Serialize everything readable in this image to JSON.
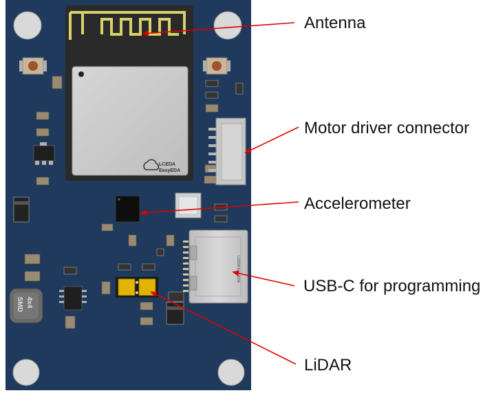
{
  "colors": {
    "board": "#1f3a5c",
    "module_shield": "#c8c8c8",
    "module_base": "#2a2a2a",
    "antenna_trace": "#d8d26a",
    "arrow": "#e00000",
    "pad": "#b0b0b0",
    "usb_body": "#c9c9c9",
    "lidar_pad": "#e0b400"
  },
  "components": {
    "module_logo_line1": "LCEDA",
    "module_logo_line2": "EasyEDA",
    "inductor_text_line1": "SMD",
    "inductor_text_line2": "4x4",
    "usb_side_text": "LCEDA EasyEDA"
  },
  "callouts": {
    "antenna": "Antenna",
    "motor_driver": "Motor driver connector",
    "accelerometer": "Accelerometer",
    "usb_c": "USB-C for programming",
    "lidar": "LiDAR"
  }
}
